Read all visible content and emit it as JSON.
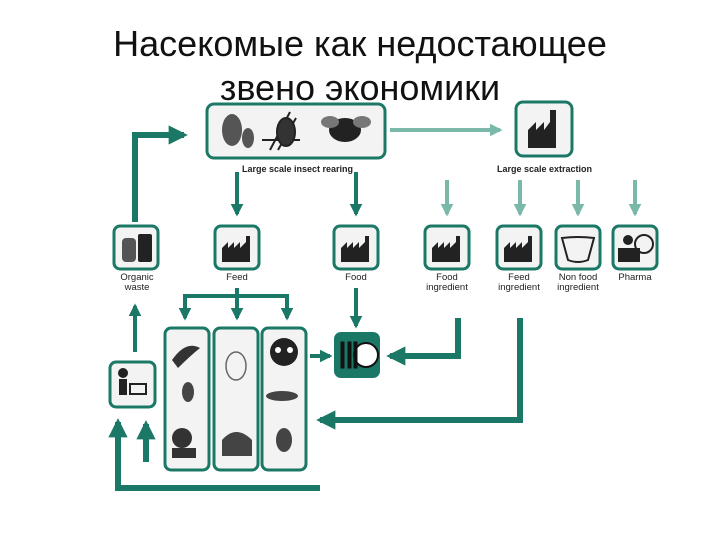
{
  "title": {
    "line1": "Насекомые как недостающее",
    "line2": "звено экономики"
  },
  "colors": {
    "dark_teal": "#1b7866",
    "light_teal": "#7ab9a9",
    "box_fill": "#f3f3f3"
  },
  "top": {
    "rearing_label": "Large scale insect rearing",
    "extraction_label": "Large scale extraction"
  },
  "row": {
    "organic_waste": "Organic\nwaste",
    "feed": "Feed",
    "food": "Food",
    "food_ingredient": "Food\ningredient",
    "feed_ingredient": "Feed\ningredient",
    "non_food_ingredient": "Non food\ningredient",
    "pharma": "Pharma"
  },
  "icons": {
    "rearing": [
      "grasshopper-icon",
      "cricket-icon",
      "fly-icon"
    ],
    "animals": [
      "lizard-icon",
      "bird-icon",
      "cow-icon",
      "fish-icon",
      "pet-icon",
      "cat-carrier-icon"
    ],
    "plate": "plate-fork-knife-icon",
    "consumer": "shopping-person-icon",
    "factory": "factory-icon",
    "waste": "waste-bags-icon"
  }
}
